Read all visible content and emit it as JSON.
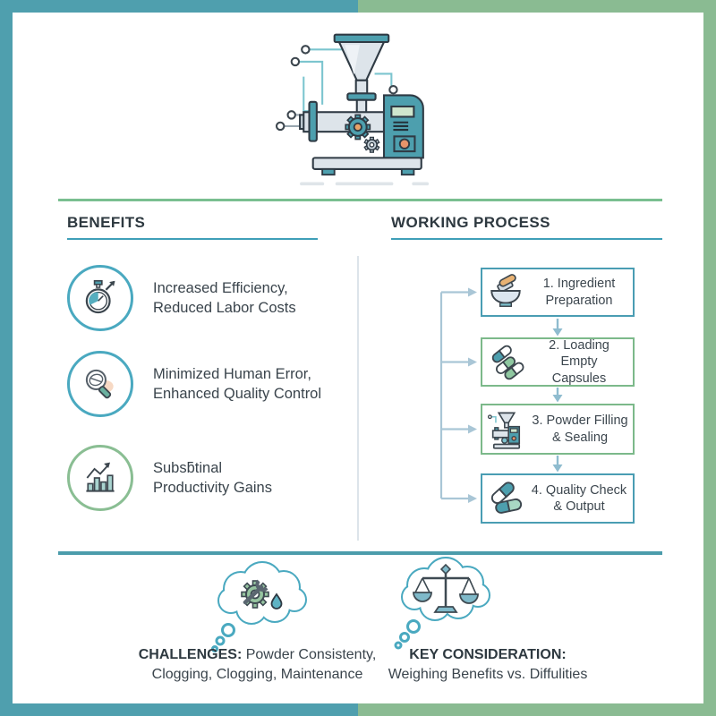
{
  "palette": {
    "frame_teal": "#4f9fae",
    "frame_green": "#8abb92",
    "heading_underline_teal": "#3f9fb8",
    "divider_green": "#7abf90",
    "divider_teal": "#4b9cab",
    "process_box_teal": "#4a9db3",
    "process_box_green": "#7cb98a",
    "arrow_blue_gray": "#a9c6d6",
    "accent_orange": "#e8946a",
    "text_dark": "#3a444c"
  },
  "icons": {
    "top": "capsule-filling-machine-illustration",
    "benefit_1": "stopwatch-icon",
    "benefit_2": "magnifier-icon",
    "benefit_3": "bar-chart-growth-icon",
    "step_1": "mortar-pestle-icon",
    "step_2": "capsules-icon",
    "step_3": "filling-machine-icon",
    "step_4": "capsules-check-icon",
    "challenges": "gear-wrench-drop-thought-bubble",
    "key_consideration": "balance-scale-thought-bubble"
  },
  "benefits": {
    "heading": "BENEFITS",
    "items": [
      {
        "line1": "Increased Efficiency,",
        "line2": "Reduced Labor Costs"
      },
      {
        "line1": "Minimized Human Error,",
        "line2": "Enhanced Quality Control"
      },
      {
        "line1": "Subsƃtinal",
        "line2": "Productivity Gains"
      }
    ]
  },
  "working_process": {
    "heading": "WORKING PROCESS",
    "steps": [
      {
        "line1": "1. Ingredient",
        "line2": "Preparation"
      },
      {
        "line1": "2. Loading Empty",
        "line2": "Capsules"
      },
      {
        "line1": "3. Powder Filling",
        "line2": "& Sealing"
      },
      {
        "line1": "4. Quality Check",
        "line2": "& Output"
      }
    ]
  },
  "challenges": {
    "label": "CHALLENGES:",
    "line1_rest": " Powder Consistenty,",
    "line2": "Clogging, Clogging, Maintenance"
  },
  "key_consideration": {
    "label": "KEY CONSIDERATION:",
    "line2": "Weighing Benefits vs. Diffulities"
  }
}
